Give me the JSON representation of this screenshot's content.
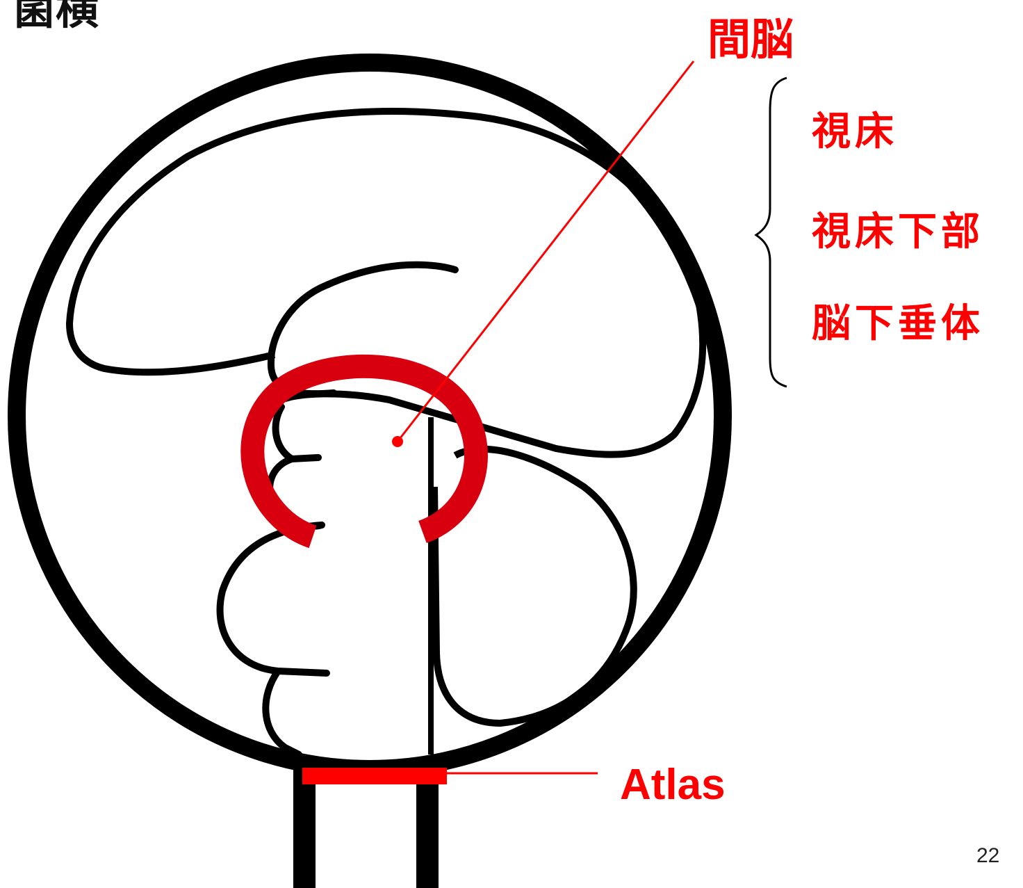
{
  "heading": "菌横",
  "diencephalon": {
    "label": "間脳",
    "parts": [
      "視床",
      "視床下部",
      "脳下垂体"
    ]
  },
  "atlas_label": "Atlas",
  "page_number": "22",
  "colors": {
    "highlight": "#ff0000",
    "arc": "#d8000f",
    "outline": "#000000"
  }
}
